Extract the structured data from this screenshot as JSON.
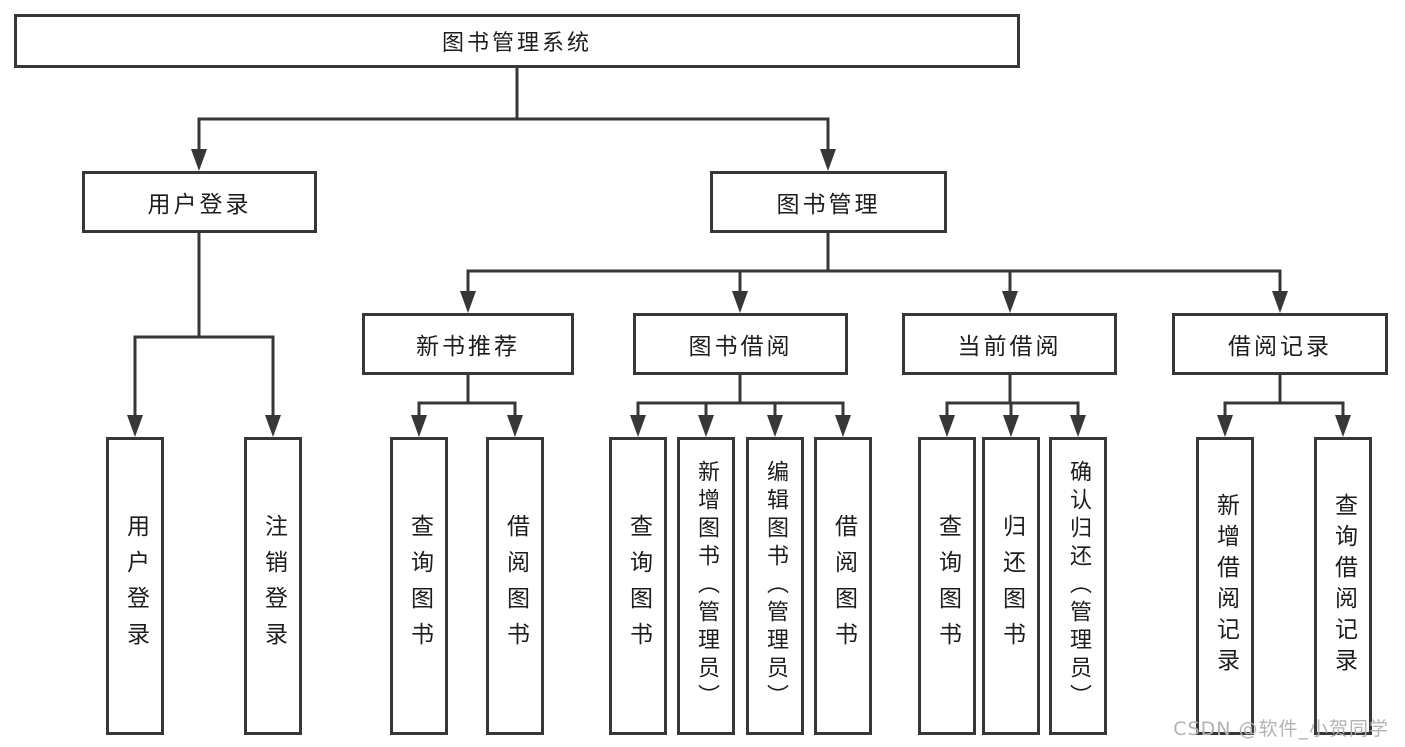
{
  "diagram": {
    "root": {
      "label": "图书管理系统"
    },
    "level2": [
      {
        "label": "用户登录"
      },
      {
        "label": "图书管理"
      }
    ],
    "level3": [
      {
        "label": "新书推荐"
      },
      {
        "label": "图书借阅"
      },
      {
        "label": "当前借阅"
      },
      {
        "label": "借阅记录"
      }
    ],
    "leaves": {
      "user_login": [
        "用户登录",
        "注销登录"
      ],
      "new_book": [
        "查询图书",
        "借阅图书"
      ],
      "book_borrow": [
        "查询图书",
        "新增图书（管理员）",
        "编辑图书（管理员）",
        "借阅图书"
      ],
      "current_borrow": [
        "查询图书",
        "归还图书",
        "确认归还（管理员）"
      ],
      "borrow_records": [
        "新增借阅记录",
        "查询借阅记录"
      ]
    }
  },
  "watermark": {
    "text": "CSDN @软件_小贺同学"
  },
  "colors": {
    "line": "#373737",
    "text": "#1d1d1d",
    "watermark": "#b3b3b3",
    "background": "#ffffff"
  }
}
